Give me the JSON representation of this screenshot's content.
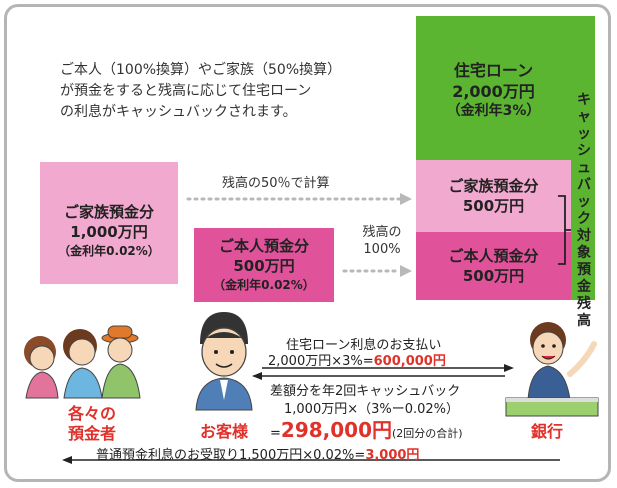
{
  "intro": {
    "line1": "ご本人（100%換算）やご家族（50%換算）",
    "line2": "が預金をすると残高に応じて住宅ローン",
    "line3": "の利息がキャッシュバックされます。"
  },
  "loan": {
    "title": "住宅ローン",
    "amount": "2,000万円",
    "rate": "（金利年3%）"
  },
  "cashback_target_chars": [
    "キ",
    "ャ",
    "ッ",
    "シ",
    "ュ",
    "バ",
    "ッ",
    "ク",
    "対",
    "象",
    "預",
    "金",
    "残",
    "高"
  ],
  "family_deposit": {
    "title": "ご家族預金分",
    "amount": "1,000万円",
    "rate": "（金利年0.02%）"
  },
  "own_deposit": {
    "title": "ご本人預金分",
    "amount": "500万円",
    "rate": "（金利年0.02%）"
  },
  "stack": {
    "family_title": "ご家族預金分",
    "family_amount": "500万円",
    "own_title": "ご本人預金分",
    "own_amount": "500万円"
  },
  "calc_50": "残高の50％で計算",
  "calc_100_line1": "残高の",
  "calc_100_line2": "100%",
  "payment": {
    "line1": "住宅ローン利息のお支払い",
    "line2_prefix": "2,000万円×3%=",
    "line2_value": "600,000円"
  },
  "cashback": {
    "line1": "差額分を年2回キャッシュバック",
    "line2": "1,000万円×（3%ー0.02%）",
    "line3_prefix": "=",
    "line3_value": "298,000円",
    "line3_suffix": "(2回分の合計)"
  },
  "interest": {
    "prefix": "普通預金利息のお受取り1,500万円×0.02%=",
    "value": "3,000円"
  },
  "labels": {
    "depositors_line1": "各々の",
    "depositors_line2": "預金者",
    "customer": "お客様",
    "bank": "銀行"
  },
  "colors": {
    "green": "#5cb531",
    "light_pink": "#f2a9cf",
    "dark_pink": "#e0529a",
    "red": "#e0312a"
  }
}
